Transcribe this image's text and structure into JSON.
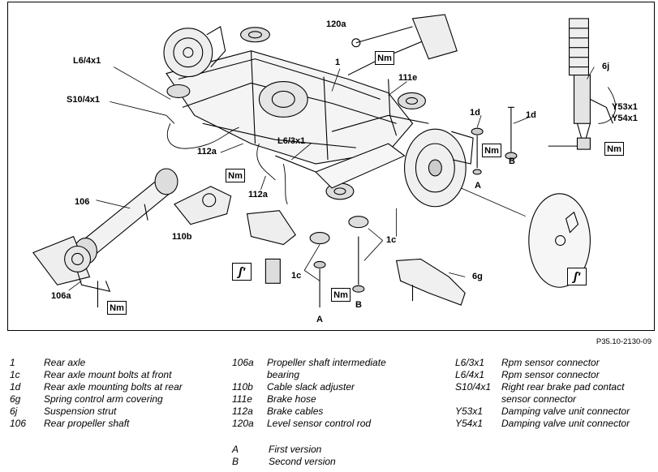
{
  "diagram": {
    "reference": "P35.10-2130-09",
    "nm_label": "Nm",
    "tool_symbol": "ʃ'",
    "callouts": {
      "c_120a": "120a",
      "c_1_top": "1",
      "c_L6_4x1": "L6/4x1",
      "c_S10_4x1": "S10/4x1",
      "c_111e": "111e",
      "c_6j": "6j",
      "c_Y53x1": "Y53x1",
      "c_Y54x1": "Y54x1",
      "c_1d_left": "1d",
      "c_1d_right": "1d",
      "c_L6_3x1": "L6/3x1",
      "c_112a_left": "112a",
      "c_112a_mid": "112a",
      "c_106": "106",
      "c_110b": "110b",
      "c_106a": "106a",
      "c_1c_right": "1c",
      "c_1c_left": "1c",
      "c_6g": "6g",
      "c_A_top": "A",
      "c_B_top": "B",
      "c_A_bottom": "A",
      "c_B_bottom": "B"
    }
  },
  "legend": {
    "col1": [
      {
        "key": "1",
        "value": "Rear axle"
      },
      {
        "key": "1c",
        "value": "Rear axle mount bolts at front"
      },
      {
        "key": "1d",
        "value": "Rear axle mounting bolts at rear"
      },
      {
        "key": "6g",
        "value": "Spring control arm covering"
      },
      {
        "key": "6j",
        "value": "Suspension strut"
      },
      {
        "key": "106",
        "value": "Rear propeller shaft"
      }
    ],
    "col2": [
      {
        "key": "106a",
        "value": "Propeller shaft intermediate",
        "cont": "bearing"
      },
      {
        "key": "110b",
        "value": "Cable slack adjuster"
      },
      {
        "key": "111e",
        "value": "Brake hose"
      },
      {
        "key": "112a",
        "value": "Brake cables"
      },
      {
        "key": "120a",
        "value": "Level sensor control rod"
      }
    ],
    "col3": [
      {
        "key": "L6/3x1",
        "value": "Rpm sensor connector"
      },
      {
        "key": "L6/4x1",
        "value": "Rpm sensor connector"
      },
      {
        "key": "S10/4x1",
        "value": "Right rear brake pad contact",
        "cont": "sensor connector"
      },
      {
        "key": "Y53x1",
        "value": "Damping valve unit connector"
      },
      {
        "key": "Y54x1",
        "value": "Damping valve unit connector"
      }
    ],
    "versions": [
      {
        "key": "A",
        "value": "First version"
      },
      {
        "key": "B",
        "value": "Second version"
      }
    ]
  }
}
